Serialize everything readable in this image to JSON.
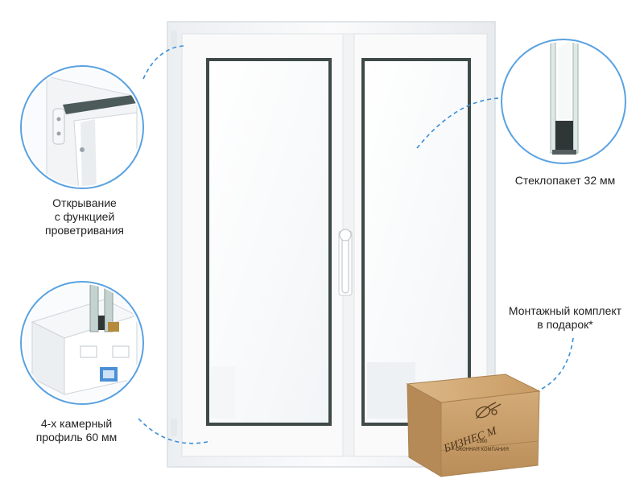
{
  "callouts": {
    "opening": {
      "lines": [
        "Открывание",
        "с функцией",
        "проветривания"
      ]
    },
    "glass": {
      "lines": [
        "Стеклопакет 32 мм"
      ]
    },
    "kit": {
      "lines": [
        "Монтажный комплект",
        "в подарок*"
      ]
    },
    "profile": {
      "lines": [
        "4-х камерный",
        "профиль 60 мм"
      ]
    }
  },
  "box": {
    "brand": "БИЗНЕС М",
    "year": "1990",
    "tagline": "ОКОННАЯ КОМПАНИЯ"
  },
  "colors": {
    "accent_dashed": "#3a8fd8",
    "circle_border": "#5aa2e0",
    "frame_white": "#f7f7f7",
    "glass": "#ffffff",
    "cardboard": "#c9a06b",
    "text": "#222222"
  }
}
